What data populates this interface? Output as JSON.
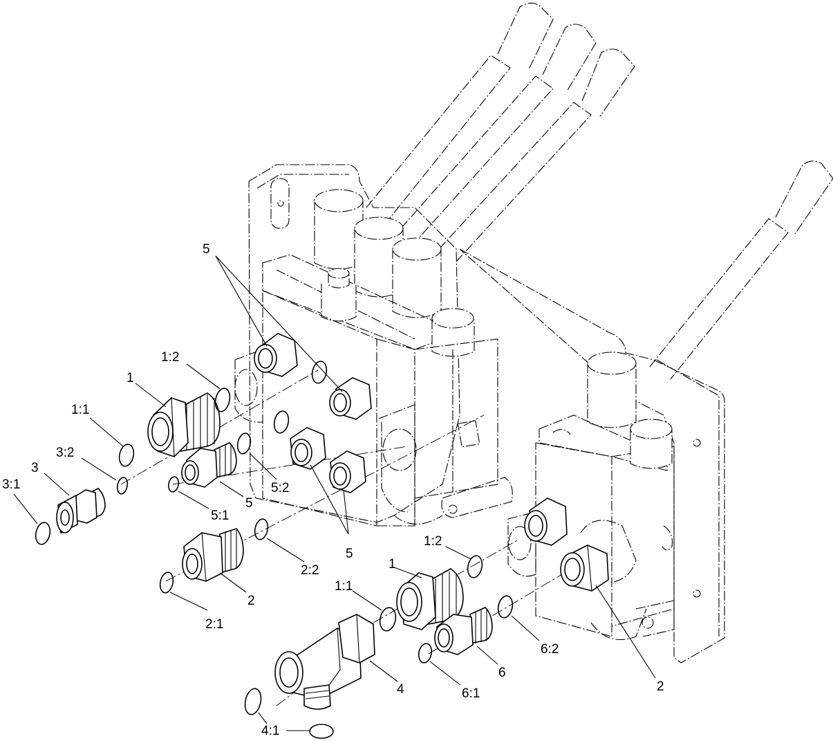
{
  "callouts": {
    "c5_top": "5",
    "c1_2_left": "1:2",
    "c1_left": "1",
    "c1_1_left": "1:1",
    "c3_2": "3:2",
    "c3": "3",
    "c3_1": "3:1",
    "c5_mid": "5",
    "c5_2": "5:2",
    "c5_1": "5:1",
    "c5_bottom": "5",
    "c2_2": "2:2",
    "c2_left": "2",
    "c2_1": "2:1",
    "c1_2_right": "1:2",
    "c1_right": "1",
    "c1_1_right": "1:1",
    "c6_2": "6:2",
    "c6": "6",
    "c6_1": "6:1",
    "c4": "4",
    "c4_1": "4:1",
    "c2_right": "2"
  }
}
